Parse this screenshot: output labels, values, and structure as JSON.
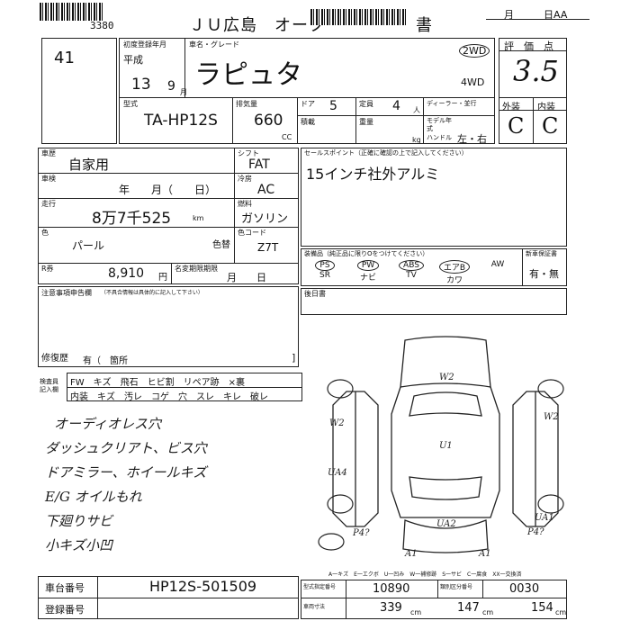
{
  "header": {
    "stub_number": "3380",
    "auction_name": "ＪＵ広島　オーク",
    "auction_suffix": "書",
    "date_month_label": "月",
    "date_day_label": "日AA"
  },
  "lot_number": "41",
  "first_registration": {
    "label": "初度登録年月",
    "era": "平成",
    "year": "13",
    "month": "9",
    "month_unit": "月"
  },
  "model_name": {
    "label": "車名・グレード",
    "value": "ラピュタ"
  },
  "drive": {
    "option_2wd": "2WD",
    "option_4wd": "4WD"
  },
  "grade": {
    "label": "評　価　点",
    "score": "3.5",
    "exterior_label": "外装",
    "interior_label": "内装",
    "exterior": "C",
    "interior": "C"
  },
  "model_code": {
    "label": "型式",
    "value": "TA-HP12S"
  },
  "displacement": {
    "label": "排気量",
    "value": "660",
    "unit": "CC"
  },
  "doors": {
    "label": "ドア",
    "value": "5"
  },
  "capacity": {
    "label": "定員",
    "value": "4",
    "unit": "人"
  },
  "dealer_label": "ディーラー・並行",
  "model_year_label": "モデル年式",
  "mileage_capacity_label": "積載",
  "weight_label": "重量",
  "kg_label": "kg",
  "handle": {
    "label": "ハンドル",
    "value": "左・右"
  },
  "history": {
    "label": "車歴",
    "value": "自家用"
  },
  "inspection": {
    "label": "車検",
    "value": "年　　月（　　日）"
  },
  "shift": {
    "label": "シフト",
    "value": "FAT"
  },
  "aircon": {
    "label": "冷房",
    "value": "AC"
  },
  "fuel": {
    "label": "燃料",
    "value": "ガソリン"
  },
  "odometer": {
    "label": "走行",
    "value": "8万7千525",
    "unit": "km"
  },
  "color": {
    "label": "色",
    "value": "パール",
    "swap_label": "色替"
  },
  "color_code": {
    "label": "色コード",
    "value": "Z7T"
  },
  "recycle": {
    "label": "R券",
    "value": "8,910",
    "unit": "円"
  },
  "name_change": {
    "label": "名変期限期限",
    "value": "月　　日"
  },
  "sales_points": {
    "label": "セールスポイント（正確に確認の上で記入してください）",
    "text": "15インチ社外アルミ"
  },
  "equipment": {
    "label": "装備品（純正品に限りOをつけてください）",
    "items": [
      {
        "top": "PS",
        "bottom": "SR"
      },
      {
        "top": "PW",
        "bottom": "ナビ"
      },
      {
        "top": "ABS",
        "bottom": "TV"
      },
      {
        "top": "エアB",
        "bottom": "カワ"
      },
      {
        "top": "AW",
        "bottom": ""
      }
    ],
    "manual_label": "新車保証書",
    "manual_value": "有・無"
  },
  "notes": {
    "label": "注意事項申告欄",
    "sub": "（不具合情報は具体的に記入して下さい）"
  },
  "rear_box_label": "後日書",
  "repair_history": {
    "label": "修復歴",
    "value": "有（　箇所"
  },
  "inspector_notes": {
    "label": "検査員記入欄",
    "row1": "FW　キズ　飛石　ヒビ割　リペア跡　×裏",
    "row2": "内装　キズ　汚レ　コゲ　穴　スレ　キレ　破レ"
  },
  "handwritten_notes": [
    "オーディオレス穴",
    "ダッシュクリアト、ビス穴",
    "ドアミラー、ホイールキズ",
    "E/G オイルもれ",
    "下廻りサビ",
    "小キズ小凹"
  ],
  "diagram_marks": [
    "W2",
    "W2",
    "W2",
    "U1",
    "UA4",
    "UA2",
    "UA1",
    "P4?",
    "P4?",
    "A1",
    "A1"
  ],
  "legend": "A一キズ　E一エクボ　U一凹み　W一補修跡　S一サビ　C一腐食　XX一交換済",
  "chassis": {
    "label": "車台番号",
    "value": "HP12S-501509"
  },
  "registration": {
    "label": "登録番号"
  },
  "bottom_codes": {
    "label1": "型式指定番号",
    "value1": "10890",
    "label2": "類別区分番号",
    "value2": "0030",
    "label3": "車両寸法",
    "length": "339",
    "width": "147",
    "height": "154",
    "unit": "cm"
  }
}
